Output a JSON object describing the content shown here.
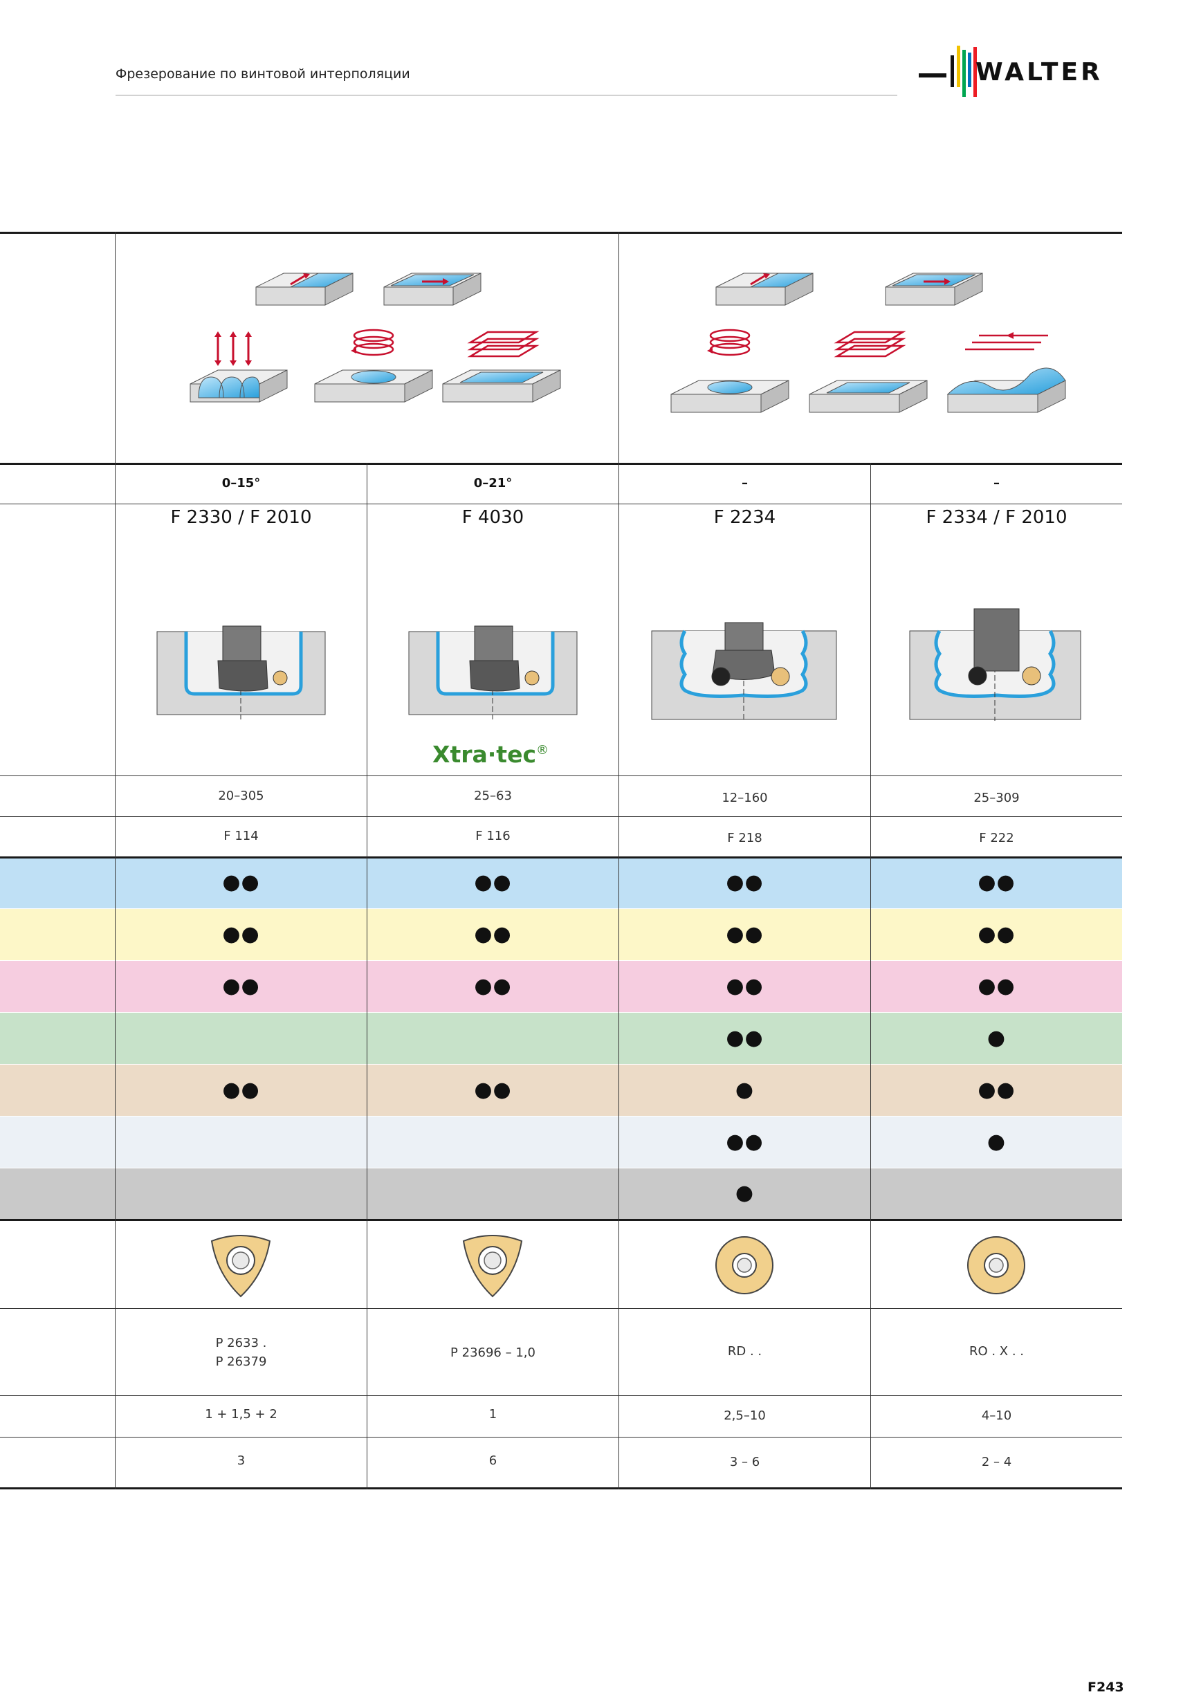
{
  "header": {
    "title": "Фрезерование по винтовой интерполяции"
  },
  "logo": {
    "text": "WALTER",
    "colors": [
      "#f2c200",
      "#00a651",
      "#0072bc",
      "#ed1c24"
    ]
  },
  "angles": [
    "0–15°",
    "0–21°",
    "–",
    "–"
  ],
  "tools": [
    {
      "name": "F 2330 / F 2010",
      "diameter": "20–305",
      "page": "F 114",
      "insert_code": "P 2633 .\nP 26379",
      "ap": "1 + 1,5 + 2",
      "z": "3",
      "insert_shape": "trigon"
    },
    {
      "name": "F 4030",
      "diameter": "25–63",
      "page": "F 116",
      "insert_code": "P 23696 – 1,0",
      "ap": "1",
      "z": "6",
      "insert_shape": "trigon",
      "badge": "Xtra·tec",
      "badge_mark": "®"
    },
    {
      "name": "F 2234",
      "diameter": "12–160",
      "page": "F 218",
      "insert_code": "RD . .",
      "ap": "2,5–10",
      "z": "3 – 6",
      "insert_shape": "round"
    },
    {
      "name": "F 2334 / F 2010",
      "diameter": "25–309",
      "page": "F 222",
      "insert_code": "RO . X . .",
      "ap": "4–10",
      "z": "2 – 4",
      "insert_shape": "round"
    }
  ],
  "material_rows": [
    {
      "color": "#bfe0f5",
      "marks": [
        "●●",
        "●●",
        "●●",
        "●●"
      ]
    },
    {
      "color": "#fdf7c8",
      "marks": [
        "●●",
        "●●",
        "●●",
        "●●"
      ]
    },
    {
      "color": "#f6cde0",
      "marks": [
        "●●",
        "●●",
        "●●",
        "●●"
      ]
    },
    {
      "color": "#c7e2c9",
      "marks": [
        "",
        "",
        "●●",
        "●"
      ]
    },
    {
      "color": "#ecdbc7",
      "marks": [
        "●●",
        "●●",
        "●",
        "●●"
      ]
    },
    {
      "color": "#ecf1f6",
      "marks": [
        "",
        "",
        "●●",
        "●"
      ]
    },
    {
      "color": "#c9c9c9",
      "marks": [
        "",
        "",
        "●",
        ""
      ]
    }
  ],
  "page_number": "F243"
}
